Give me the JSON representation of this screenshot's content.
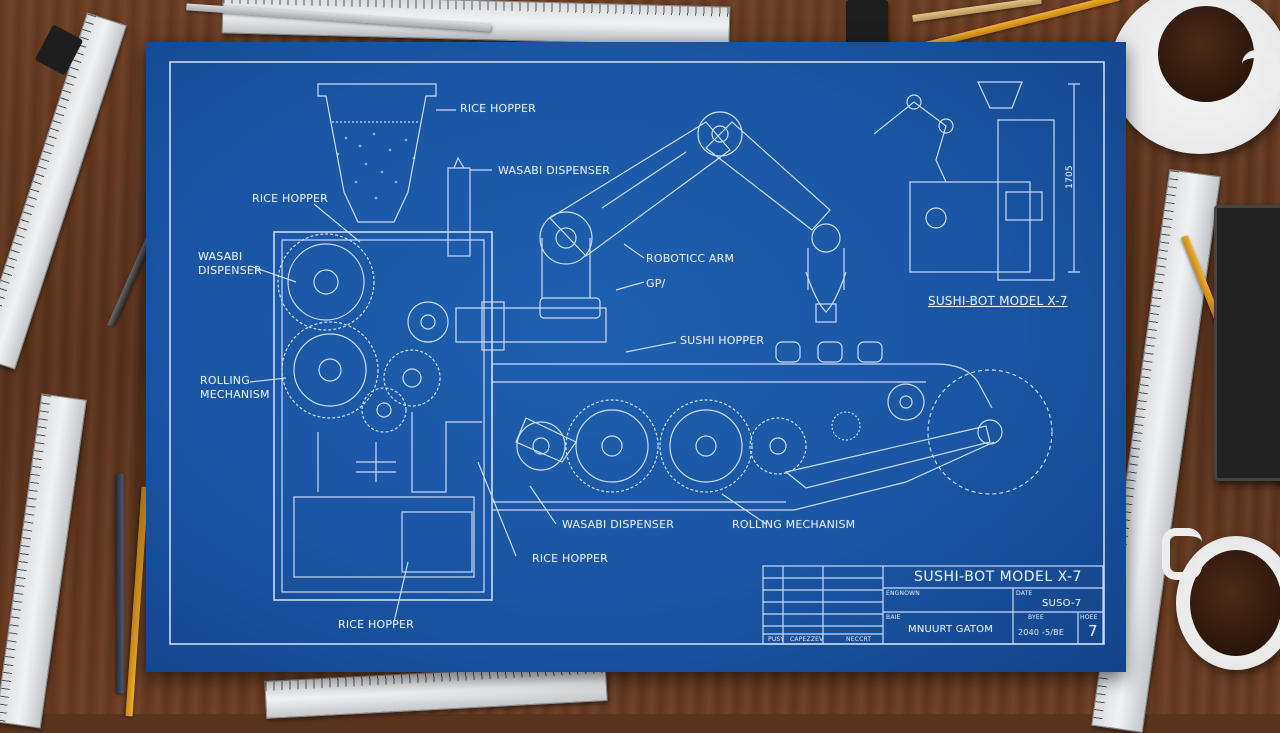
{
  "blueprint": {
    "labels": {
      "rice_hopper_top": "RICE HOPPER",
      "wasabi_dispenser_top": "WASABI DISPENSER",
      "rice_hopper_left": "RICE HOPPER",
      "wasabi_dispenser_left_1": "WASABI",
      "wasabi_dispenser_left_2": "DISPENSER",
      "robotic_arm": "ROBOTICC ARM",
      "gp": "GP/",
      "sushi_hopper": "SUSHI HOPPER",
      "rolling_mechanism_left_1": "ROLLING",
      "rolling_mechanism_left_2": "MECHANISM",
      "wasabi_dispenser_bottom": "WASABI DISPENSER",
      "rolling_mechanism_bottom": "ROLLING MECHANISM",
      "rice_hopper_bottom_mid": "RICE HOPPER",
      "rice_hopper_bottom": "RICE HOPPER",
      "dimension": "1705"
    },
    "inset_caption": "SUSHI-BOT MODEL X-7",
    "title_block": {
      "title": "SUSHI-BOT MODEL X-7",
      "engineer_label": "ENGNOWN",
      "date_label": "DATE",
      "date_value": "SUSO-7",
      "name_label": "BAIE",
      "name_value": "MNUURT GATOM",
      "size_label": "BYEE",
      "size_value": "2040 -5/BE",
      "sheet_label": "HOEE",
      "sheet_value": "7",
      "col_1": "PUSY",
      "col_2": "CAPEZZEV",
      "col_3": "NECCRT"
    }
  },
  "colors": {
    "blueprint": "#1a55a3",
    "lines": "#dfeaff",
    "desk": "#5b321b"
  }
}
